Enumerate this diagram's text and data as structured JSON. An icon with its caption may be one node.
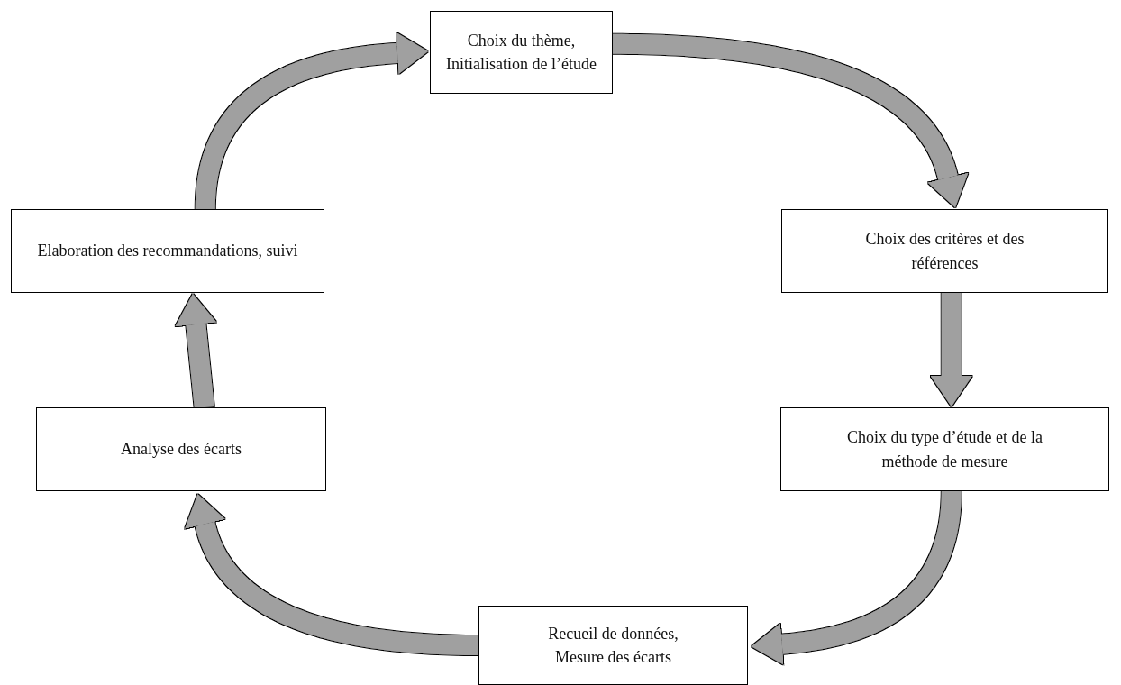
{
  "diagram": {
    "nodes": [
      {
        "text": [
          "Choix du thème, Initialisation de l’étude"
        ]
      },
      {
        "text": [
          "Choix des critères et des références"
        ]
      },
      {
        "text": [
          "Choix du type d’étude et de la méthode de mesure"
        ]
      },
      {
        "text": [
          "Recueil de données, Mesure des écarts"
        ]
      },
      {
        "text": [
          "Analyse des écarts"
        ]
      },
      {
        "text": [
          "Elaboration des recommandations, suivi"
        ]
      }
    ],
    "edges": [
      {
        "from": 0,
        "to": 1,
        "arrow": "to"
      },
      {
        "from": 1,
        "to": 2,
        "arrow": "to"
      },
      {
        "from": 2,
        "to": 3,
        "arrow": "to"
      },
      {
        "from": 3,
        "to": 4,
        "arrow": "to"
      },
      {
        "from": 4,
        "to": 5,
        "arrow": "to"
      },
      {
        "from": 5,
        "to": 0,
        "arrow": "to"
      }
    ]
  }
}
